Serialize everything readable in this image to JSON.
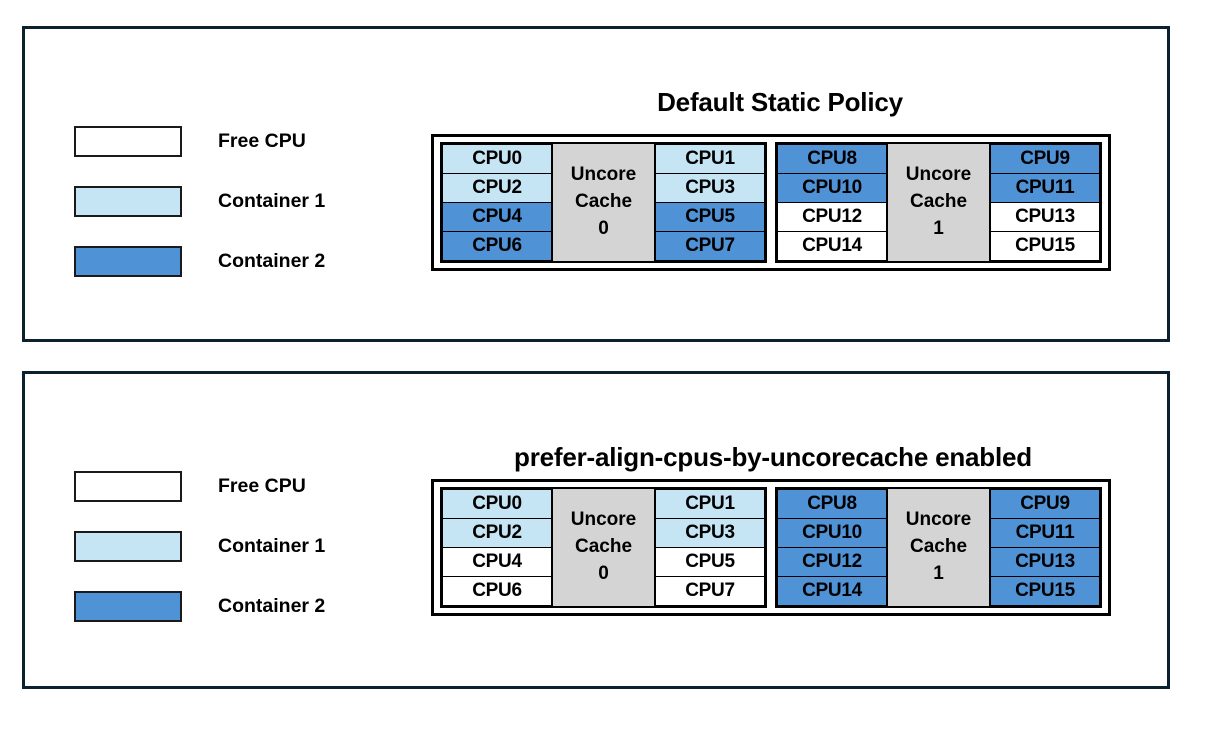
{
  "colors": {
    "panel_border": "#0b2130",
    "cell_border": "#000000",
    "free_cpu": "#ffffff",
    "container_1": "#c5e5f5",
    "container_2": "#4f92d6",
    "uncore_cache": "#d4d4d4",
    "text": "#000000"
  },
  "legend": {
    "items": [
      {
        "label": "Free CPU",
        "fill": "free"
      },
      {
        "label": "Container 1",
        "fill": "c1"
      },
      {
        "label": "Container 2",
        "fill": "c2"
      }
    ]
  },
  "panels": [
    {
      "id": "default-static-policy",
      "title": "Default Static Policy",
      "legend": [
        {
          "label": "Free CPU",
          "fill": "free"
        },
        {
          "label": "Container 1",
          "fill": "c1"
        },
        {
          "label": "Container 2",
          "fill": "c2"
        }
      ],
      "sockets": [
        {
          "cache_label_line1": "Uncore",
          "cache_label_line2": "Cache",
          "cache_label_line3": "0",
          "left_column": [
            {
              "label": "CPU0",
              "fill": "c1"
            },
            {
              "label": "CPU2",
              "fill": "c1"
            },
            {
              "label": "CPU4",
              "fill": "c2"
            },
            {
              "label": "CPU6",
              "fill": "c2"
            }
          ],
          "right_column": [
            {
              "label": "CPU1",
              "fill": "c1"
            },
            {
              "label": "CPU3",
              "fill": "c1"
            },
            {
              "label": "CPU5",
              "fill": "c2"
            },
            {
              "label": "CPU7",
              "fill": "c2"
            }
          ]
        },
        {
          "cache_label_line1": "Uncore",
          "cache_label_line2": "Cache",
          "cache_label_line3": "1",
          "left_column": [
            {
              "label": "CPU8",
              "fill": "c2"
            },
            {
              "label": "CPU10",
              "fill": "c2"
            },
            {
              "label": "CPU12",
              "fill": "free"
            },
            {
              "label": "CPU14",
              "fill": "free"
            }
          ],
          "right_column": [
            {
              "label": "CPU9",
              "fill": "c2"
            },
            {
              "label": "CPU11",
              "fill": "c2"
            },
            {
              "label": "CPU13",
              "fill": "free"
            },
            {
              "label": "CPU15",
              "fill": "free"
            }
          ]
        }
      ]
    },
    {
      "id": "prefer-align-cpus-by-uncorecache-enabled",
      "title": "prefer-align-cpus-by-uncorecache enabled",
      "legend": [
        {
          "label": "Free CPU",
          "fill": "free"
        },
        {
          "label": "Container 1",
          "fill": "c1"
        },
        {
          "label": "Container 2",
          "fill": "c2"
        }
      ],
      "sockets": [
        {
          "cache_label_line1": "Uncore",
          "cache_label_line2": "Cache",
          "cache_label_line3": "0",
          "left_column": [
            {
              "label": "CPU0",
              "fill": "c1"
            },
            {
              "label": "CPU2",
              "fill": "c1"
            },
            {
              "label": "CPU4",
              "fill": "free"
            },
            {
              "label": "CPU6",
              "fill": "free"
            }
          ],
          "right_column": [
            {
              "label": "CPU1",
              "fill": "c1"
            },
            {
              "label": "CPU3",
              "fill": "c1"
            },
            {
              "label": "CPU5",
              "fill": "free"
            },
            {
              "label": "CPU7",
              "fill": "free"
            }
          ]
        },
        {
          "cache_label_line1": "Uncore",
          "cache_label_line2": "Cache",
          "cache_label_line3": "1",
          "left_column": [
            {
              "label": "CPU8",
              "fill": "c2"
            },
            {
              "label": "CPU10",
              "fill": "c2"
            },
            {
              "label": "CPU12",
              "fill": "c2"
            },
            {
              "label": "CPU14",
              "fill": "c2"
            }
          ],
          "right_column": [
            {
              "label": "CPU9",
              "fill": "c2"
            },
            {
              "label": "CPU11",
              "fill": "c2"
            },
            {
              "label": "CPU13",
              "fill": "c2"
            },
            {
              "label": "CPU15",
              "fill": "c2"
            }
          ]
        }
      ]
    }
  ]
}
